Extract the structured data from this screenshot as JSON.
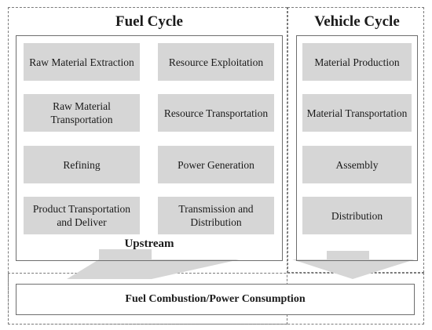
{
  "fuel_cycle": {
    "title": "Fuel Cycle",
    "boxes": [
      "Raw Material Extraction",
      "Resource Exploitation",
      "Raw Material Transportation",
      "Resource Transportation",
      "Refining",
      "Power Generation",
      "Product Transportation and Deliver",
      "Transmission and Distribution"
    ],
    "upstream_label": "Upstream"
  },
  "vehicle_cycle": {
    "title": "Vehicle Cycle",
    "boxes": [
      "Material Production",
      "Material Transportation",
      "Assembly",
      "Distribution"
    ]
  },
  "bottom": {
    "label": "Fuel Combustion/Power Consumption"
  },
  "colors": {
    "box_fill": "#d6d6d6",
    "arrow_fill": "#d6d6d6",
    "border": "#6e6e6e"
  }
}
